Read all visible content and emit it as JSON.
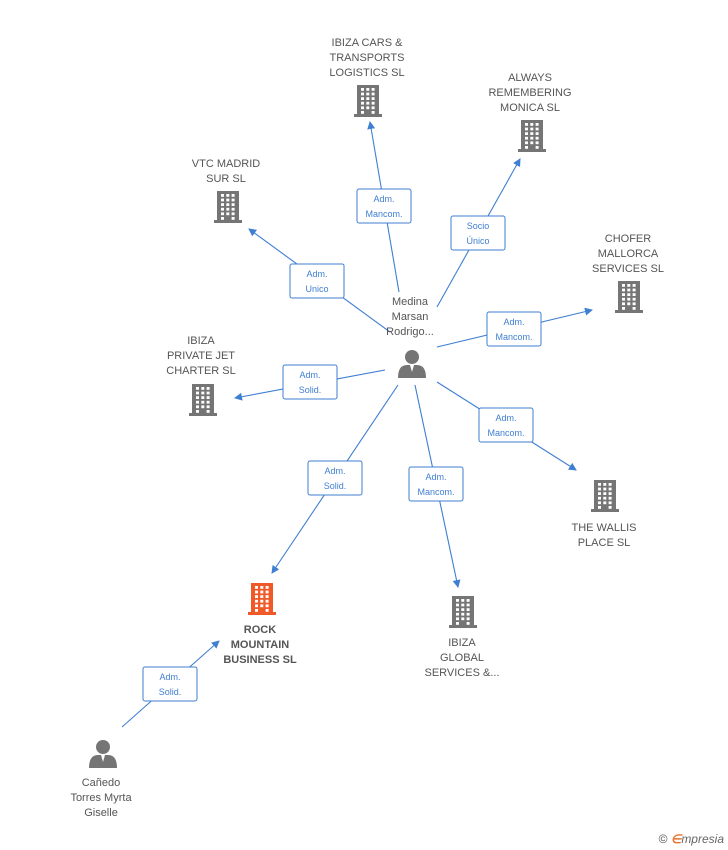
{
  "colors": {
    "edge": "#3f7fd1",
    "building_default": "#757575",
    "building_main": "#f05a28",
    "person": "#757575",
    "label": "#555555"
  },
  "nodes": [
    {
      "id": "person_medina",
      "kind": "person",
      "label": [
        "Medina",
        "Marsan",
        "Rodrigo..."
      ]
    },
    {
      "id": "person_canedo",
      "kind": "person",
      "label": [
        "Cañedo",
        "Torres Myrta",
        "Giselle"
      ]
    },
    {
      "id": "ibiza_cars",
      "kind": "company",
      "label": [
        "IBIZA CARS &",
        "TRANSPORTS",
        "LOGISTICS  SL"
      ]
    },
    {
      "id": "always_remembering",
      "kind": "company",
      "label": [
        "ALWAYS",
        "REMEMBERING",
        "MONICA  SL"
      ]
    },
    {
      "id": "vtc_madrid",
      "kind": "company",
      "label": [
        "VTC MADRID",
        "SUR  SL"
      ]
    },
    {
      "id": "chofer_mallorca",
      "kind": "company",
      "label": [
        "CHOFER",
        "MALLORCA",
        "SERVICES  SL"
      ]
    },
    {
      "id": "ibiza_private_jet",
      "kind": "company",
      "label": [
        "IBIZA",
        "PRIVATE JET",
        "CHARTER  SL"
      ]
    },
    {
      "id": "the_wallis",
      "kind": "company",
      "label": [
        "THE WALLIS",
        "PLACE  SL"
      ]
    },
    {
      "id": "rock_mountain",
      "kind": "company",
      "main": true,
      "label": [
        "ROCK",
        "MOUNTAIN",
        "BUSINESS  SL"
      ]
    },
    {
      "id": "ibiza_global",
      "kind": "company",
      "label": [
        "IBIZA",
        "GLOBAL",
        "SERVICES &..."
      ]
    }
  ],
  "edges": [
    {
      "from": "person_medina",
      "to": "ibiza_cars",
      "label": [
        "Adm.",
        "Mancom."
      ]
    },
    {
      "from": "person_medina",
      "to": "always_remembering",
      "label": [
        "Socio",
        "Único"
      ]
    },
    {
      "from": "person_medina",
      "to": "vtc_madrid",
      "label": [
        "Adm.",
        "Unico"
      ]
    },
    {
      "from": "person_medina",
      "to": "chofer_mallorca",
      "label": [
        "Adm.",
        "Mancom."
      ]
    },
    {
      "from": "person_medina",
      "to": "ibiza_private_jet",
      "label": [
        "Adm.",
        "Solid."
      ]
    },
    {
      "from": "person_medina",
      "to": "the_wallis",
      "label": [
        "Adm.",
        "Mancom."
      ]
    },
    {
      "from": "person_medina",
      "to": "rock_mountain",
      "label": [
        "Adm.",
        "Solid."
      ]
    },
    {
      "from": "person_medina",
      "to": "ibiza_global",
      "label": [
        "Adm.",
        "Mancom."
      ]
    },
    {
      "from": "person_canedo",
      "to": "rock_mountain",
      "label": [
        "Adm.",
        "Solid."
      ]
    }
  ],
  "footer": {
    "copyright_symbol": "©",
    "brand_initial": "∈",
    "brand_rest": "mpresia"
  }
}
